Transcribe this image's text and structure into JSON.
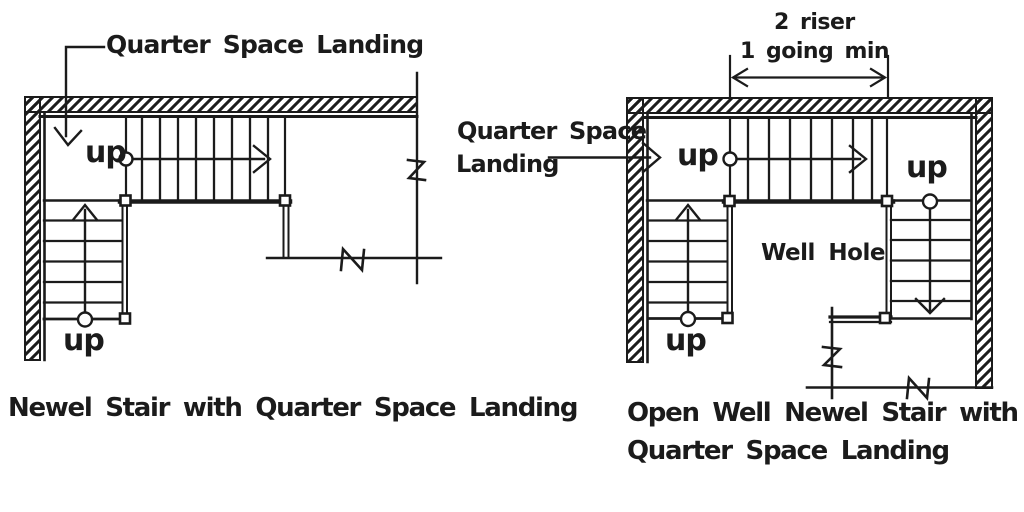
{
  "colors": {
    "background": "#ffffff",
    "ink": "#1b1b1b"
  },
  "left_plan": {
    "caption": "Newel Stair with Quarter Space Landing",
    "landing_label": "Quarter Space Landing",
    "up_top": "up",
    "up_bottom": "up"
  },
  "right_plan": {
    "caption_line1": "Open Well Newel Stair with",
    "caption_line2": "Quarter Space Landing",
    "landing_label_line1": "Quarter Space",
    "landing_label_line2": "Landing",
    "dimension_label_line1": "2 riser",
    "dimension_label_line2": "1 going min",
    "well_hole_label": "Well Hole",
    "up_left": "up",
    "up_right": "up",
    "up_bottom": "up"
  }
}
